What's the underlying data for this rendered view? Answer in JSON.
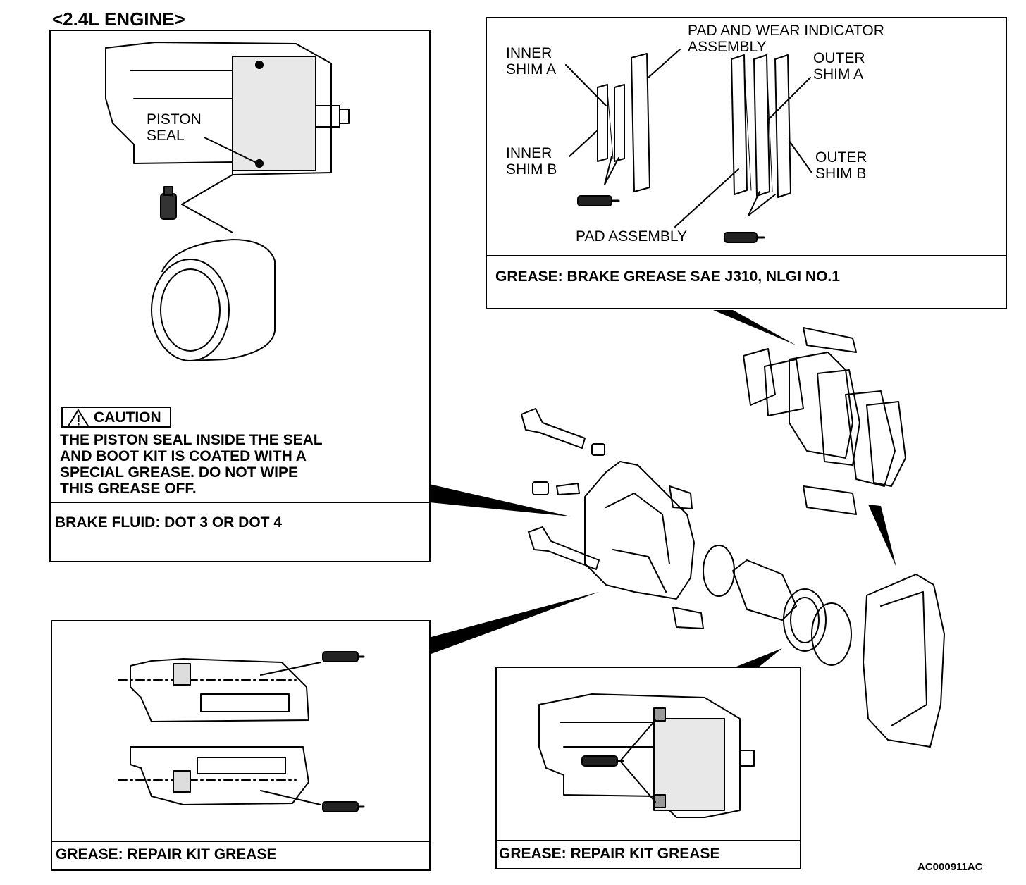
{
  "title": "<2.4L ENGINE>",
  "panel_piston": {
    "label_piston_seal": [
      "PISTON",
      "SEAL"
    ],
    "caution": {
      "badge": "CAUTION",
      "lines": [
        "THE PISTON SEAL INSIDE THE SEAL",
        "AND BOOT KIT IS COATED WITH A",
        "SPECIAL GREASE. DO NOT WIPE",
        "THIS GREASE OFF."
      ]
    },
    "caption": "BRAKE FLUID: DOT 3 OR DOT 4"
  },
  "panel_pads": {
    "label_pad_wear": [
      "PAD AND WEAR INDICATOR",
      "ASSEMBLY"
    ],
    "label_inner_shim_a": [
      "INNER",
      "SHIM A"
    ],
    "label_inner_shim_b": [
      "INNER",
      "SHIM B"
    ],
    "label_outer_shim_a": [
      "OUTER",
      "SHIM A"
    ],
    "label_outer_shim_b": [
      "OUTER",
      "SHIM B"
    ],
    "label_pad_assembly": "PAD ASSEMBLY",
    "caption": "GREASE: BRAKE GREASE SAE J310, NLGI NO.1"
  },
  "panel_guide_pins": {
    "caption": "GREASE: REPAIR KIT GREASE"
  },
  "panel_caliper_boots": {
    "caption": "GREASE: REPAIR KIT GREASE"
  },
  "figure_code": "AC000911AC"
}
